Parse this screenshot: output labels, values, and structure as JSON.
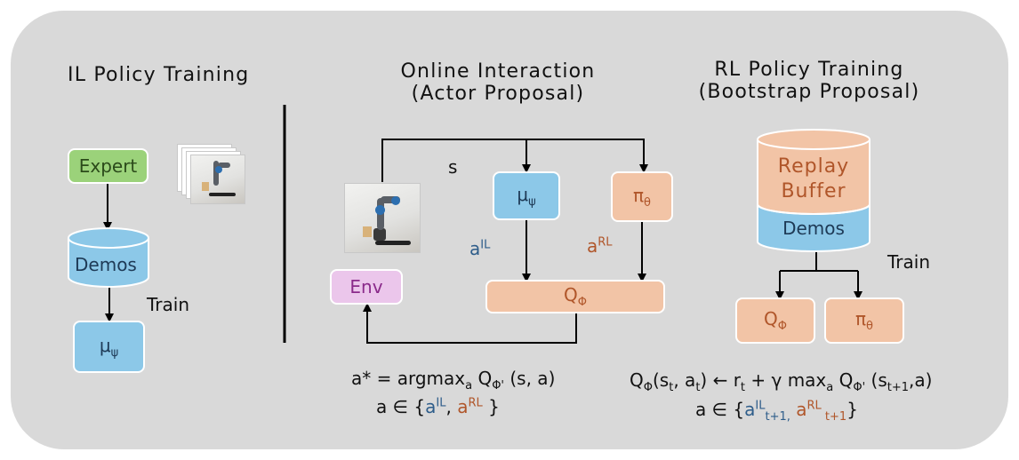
{
  "titles": {
    "il": "IL Policy Training",
    "online_line1": "Online Interaction",
    "online_line2": "(Actor Proposal)",
    "rl_line1": "RL Policy Training",
    "rl_line2": "(Bootstrap Proposal)"
  },
  "il": {
    "expert": "Expert",
    "demos": "Demos",
    "train": "Train",
    "policy": "μ",
    "policy_sub": "ψ"
  },
  "online": {
    "state": "s",
    "env": "Env",
    "il_policy": "μ",
    "il_policy_sub": "ψ",
    "rl_policy": "π",
    "rl_policy_sub": "θ",
    "critic": "Q",
    "critic_sub": "Φ",
    "a_il": "a",
    "a_il_sup": "IL",
    "a_rl": "a",
    "a_rl_sup": "RL"
  },
  "rl": {
    "replay_line1": "Replay",
    "replay_line2": "Buffer",
    "demos": "Demos",
    "train": "Train",
    "critic": "Q",
    "critic_sub": "Φ",
    "policy": "π",
    "policy_sub": "θ"
  },
  "formulas": {
    "actor_line1": {
      "lhs": "a* = argmax",
      "sub_a": "a",
      "q": " Q",
      "q_sub": "Φ'",
      "args": " (s, a)"
    },
    "actor_line2": {
      "pre": "a ∈ {",
      "a1": "a",
      "a1_sup": "IL",
      "sep": ", ",
      "a2": "a",
      "a2_sup": "RL",
      "post": " }"
    },
    "bootstrap_line1": {
      "q": "Q",
      "q_sub": "Φ",
      "paren_open": "(s",
      "s_sub": "t",
      "comma_a": ", a",
      "a_sub": "t",
      "rhs_start": ") ← r",
      "r_sub": "t",
      "plus": " + γ max",
      "max_sub": "a",
      "q2": " Q",
      "q2_sub": "Φ'",
      "args": " (s",
      "s2_sub": "t+1",
      "end": ",a)"
    },
    "bootstrap_line2": {
      "pre": "a ∈ {",
      "a1": "a",
      "a1_sup": "IL",
      "a1_sub": "t+1,",
      "sep": " ",
      "a2": "a",
      "a2_sup": "RL",
      "a2_sub": " t+1",
      "post": "}"
    }
  },
  "colors": {
    "panel": "#d9d9d9",
    "green": "#9bd27a",
    "blue": "#8cc8e8",
    "orange": "#f2c4a6",
    "pink": "#ebc6eb",
    "il_text": "#2e5d8a",
    "rl_text": "#b0562a"
  }
}
